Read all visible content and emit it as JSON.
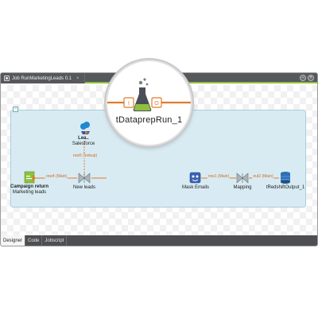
{
  "window": {
    "tab_title": "Job RunMarketingLeads 0.1",
    "tab_close": "×",
    "minimize": "−",
    "maximize": "+"
  },
  "subjob": {
    "toggle": "−"
  },
  "components": {
    "lead_salesforce": {
      "title": "Lea..",
      "subtitle": "Salesforce",
      "icon": "salesforce-cloud-icon"
    },
    "campaign": {
      "title": "Campaign return",
      "subtitle": "Marketing leads",
      "icon": "file-input-icon"
    },
    "new_leads": {
      "label": "New leads",
      "icon": "tmap-icon"
    },
    "dataprep": {
      "label": "tDataprepRun_1",
      "icon": "flask-icon"
    },
    "mask_emails": {
      "label": "Mask Emails",
      "icon": "mask-icon"
    },
    "mapping": {
      "label": "Mapping",
      "icon": "tmap-icon"
    },
    "redshift": {
      "label": "tRedshiftOutput_1",
      "icon": "database-icon"
    }
  },
  "connections": {
    "row5": "row5 (lookup)",
    "row4": "row4 (Main)",
    "row1": "row1 (Main)",
    "out2": "out2 (Main)"
  },
  "bottom_tabs": [
    {
      "label": "Designer"
    },
    {
      "label": "Code"
    },
    {
      "label": "Jobscript"
    }
  ],
  "colors": {
    "accent": "#8fc13e",
    "connection": "#e07b2a",
    "subjob_bg": "#d8ebf3"
  }
}
